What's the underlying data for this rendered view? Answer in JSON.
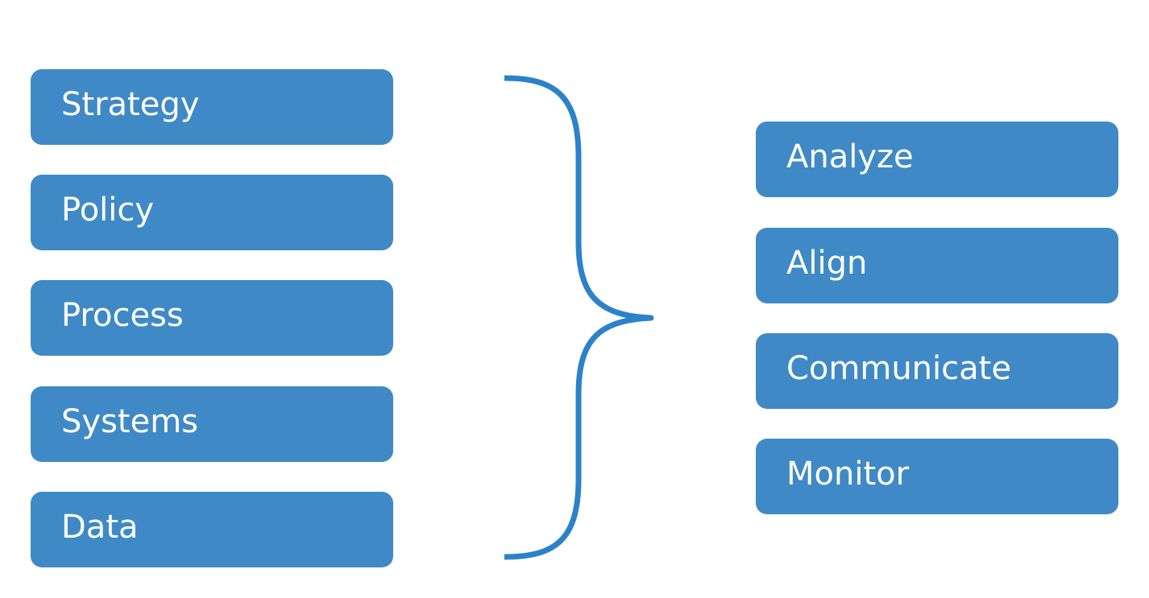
{
  "colors": {
    "box_fill": "#3f8ac6",
    "brace_stroke": "#2b82c9",
    "background": "#ffffff",
    "text": "#ffffff"
  },
  "left_items": [
    {
      "label": "Strategy"
    },
    {
      "label": "Policy"
    },
    {
      "label": "Process"
    },
    {
      "label": "Systems"
    },
    {
      "label": "Data"
    }
  ],
  "right_items": [
    {
      "label": "Analyze"
    },
    {
      "label": "Align"
    },
    {
      "label": "Communicate"
    },
    {
      "label": "Monitor"
    }
  ],
  "connector": {
    "icon": "curly-brace-icon"
  }
}
